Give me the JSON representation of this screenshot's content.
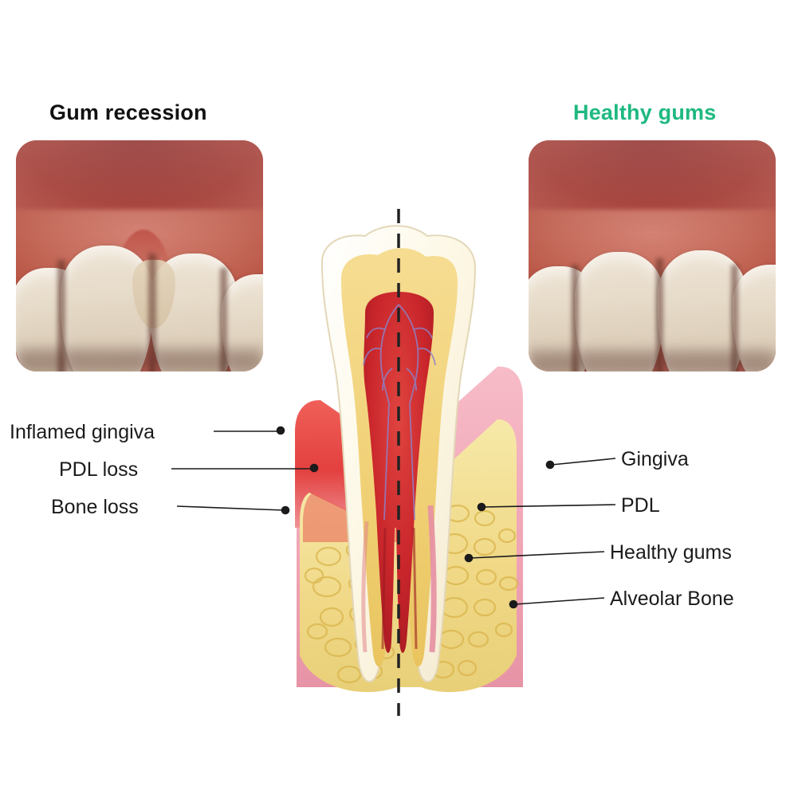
{
  "figure": {
    "title_left": "Gum recession",
    "title_right": "Healthy gums",
    "accent_green": "#1eb980",
    "text_color": "#1b1b1b"
  },
  "panels": {
    "left": {
      "heading": "Gum recession",
      "heading_color": "#111111"
    },
    "right": {
      "heading": "Healthy gums",
      "heading_color": "#1eb980"
    }
  },
  "labels": {
    "left": [
      {
        "id": "inflamed-gingiva",
        "text": "Inflamed gingiva"
      },
      {
        "id": "pdl-loss",
        "text": "PDL loss"
      },
      {
        "id": "bone-loss",
        "text": "Bone loss"
      }
    ],
    "right": [
      {
        "id": "gingiva",
        "text": "Gingiva"
      },
      {
        "id": "pdl",
        "text": "PDL"
      },
      {
        "id": "healthy-gums",
        "text": "Healthy gums"
      },
      {
        "id": "alveolar-bone",
        "text": "Alveolar Bone"
      }
    ]
  },
  "anatomy": {
    "colors": {
      "enamel": "#fbf7e4",
      "dentin": "#f2d98c",
      "pulp": "#c9262b",
      "gum_healthy": "#f2a9b9",
      "gum_inflamed": "#e0453f",
      "bone": "#f0dc93",
      "nerve": "#8f7fc4"
    },
    "divider": "dashed-center-line"
  }
}
